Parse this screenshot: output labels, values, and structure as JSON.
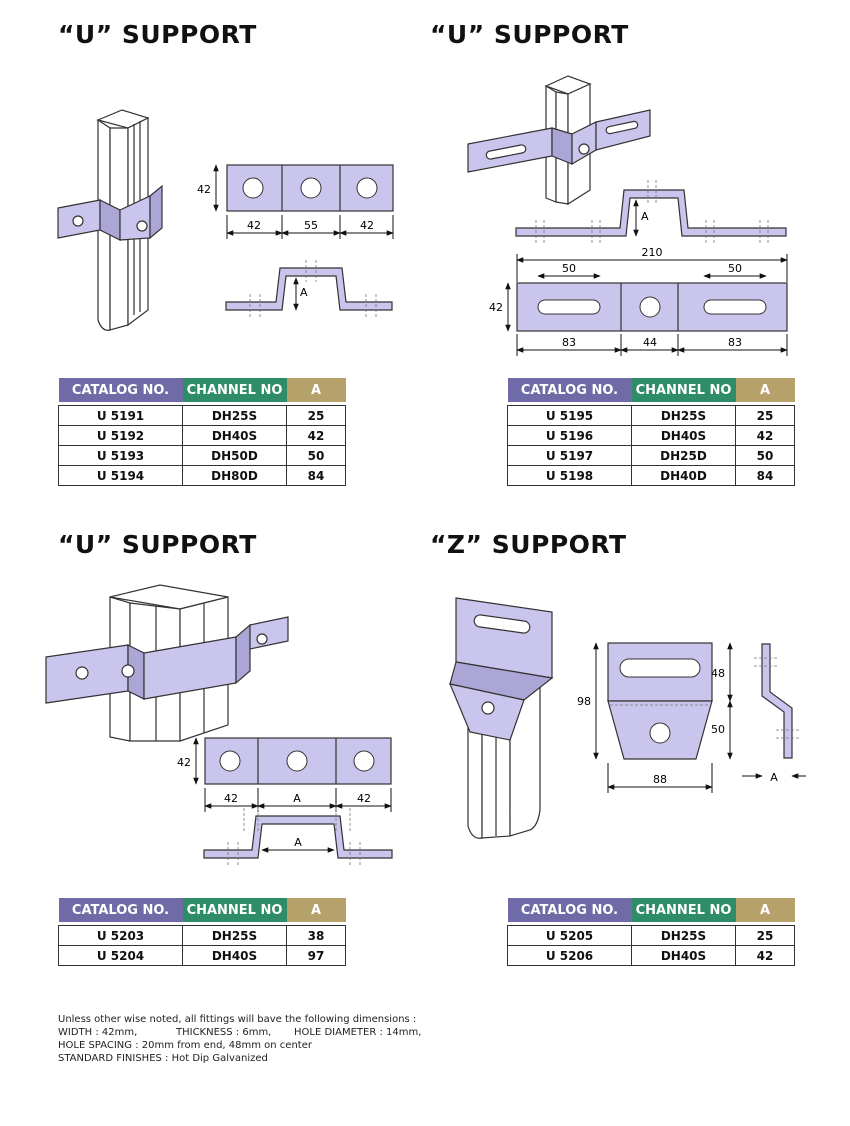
{
  "sections": [
    {
      "title": "“U” SUPPORT",
      "dims": {
        "height": "42",
        "d1": "42",
        "d2": "55",
        "d3": "42",
        "a": "A"
      },
      "headers": [
        "CATALOG NO.",
        "CHANNEL NO",
        "A"
      ],
      "rows": [
        [
          "U 5191",
          "DH25S",
          "25"
        ],
        [
          "U 5192",
          "DH40S",
          "42"
        ],
        [
          "U 5193",
          "DH50D",
          "50"
        ],
        [
          "U 5194",
          "DH80D",
          "84"
        ]
      ]
    },
    {
      "title": "“U” SUPPORT",
      "dims": {
        "a": "A",
        "total": "210",
        "slot_l": "50",
        "slot_r": "50",
        "height": "42",
        "d1": "83",
        "d2": "44",
        "d3": "83"
      },
      "headers": [
        "CATALOG NO.",
        "CHANNEL NO",
        "A"
      ],
      "rows": [
        [
          "U 5195",
          "DH25S",
          "25"
        ],
        [
          "U 5196",
          "DH40S",
          "42"
        ],
        [
          "U 5197",
          "DH25D",
          "50"
        ],
        [
          "U 5198",
          "DH40D",
          "84"
        ]
      ]
    },
    {
      "title": "“U” SUPPORT",
      "dims": {
        "height": "42",
        "d1": "42",
        "d2": "A",
        "d3": "42",
        "a": "A"
      },
      "headers": [
        "CATALOG NO.",
        "CHANNEL NO",
        "A"
      ],
      "rows": [
        [
          "U 5203",
          "DH25S",
          "38"
        ],
        [
          "U 5204",
          "DH40S",
          "97"
        ]
      ]
    },
    {
      "title": "“Z” SUPPORT",
      "dims": {
        "h1": "48",
        "h2": "50",
        "total": "98",
        "width": "88",
        "a": "A"
      },
      "headers": [
        "CATALOG NO.",
        "CHANNEL NO",
        "A"
      ],
      "rows": [
        [
          "U 5205",
          "DH25S",
          "25"
        ],
        [
          "U 5206",
          "DH40S",
          "42"
        ]
      ]
    }
  ],
  "notes": {
    "line1": "Unless other wise noted, all fittings will bave the following dimensions :",
    "width": "WIDTH : 42mm,",
    "thickness": "THICKNESS : 6mm,",
    "hole": "HOLE DIAMETER : 14mm,",
    "spacing": "HOLE SPACING : 20mm from end, 48mm on center",
    "finish": "STANDARD FINISHES : Hot Dip Galvanized"
  },
  "colors": {
    "plate": "#c9c5ec",
    "plate_dark": "#aba6d6",
    "catalog_header": "#6e6ba6",
    "channel_header": "#2e8c68",
    "a_header": "#b6a16a"
  }
}
